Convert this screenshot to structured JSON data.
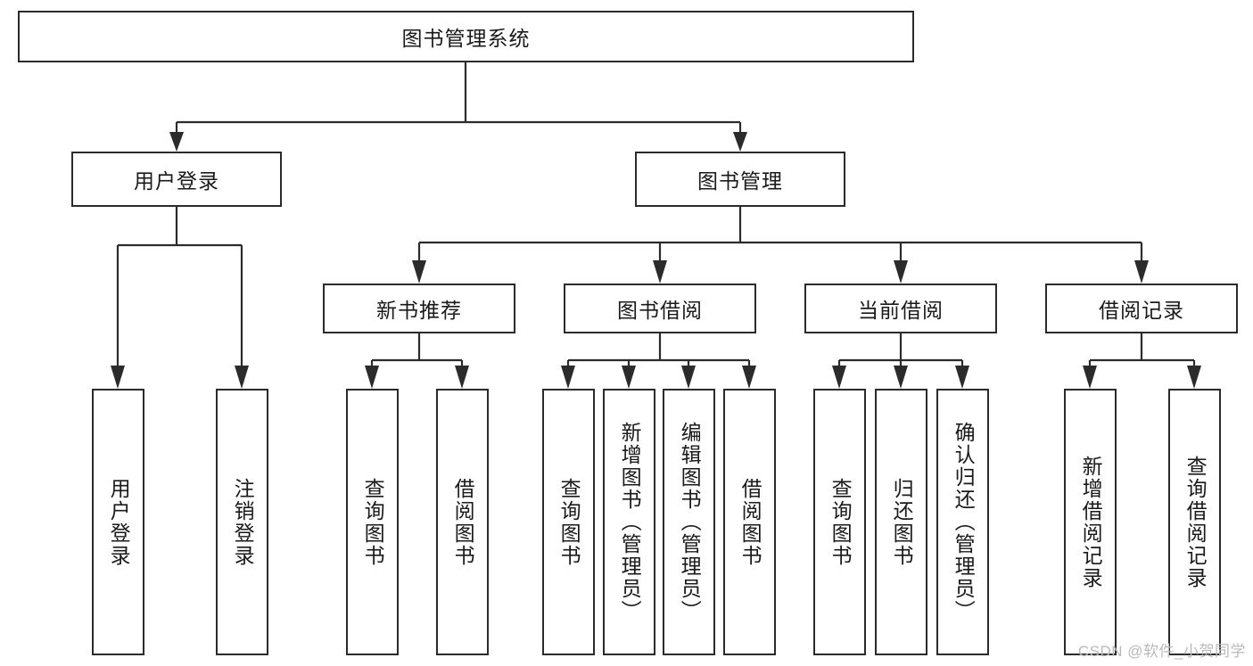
{
  "diagram": {
    "title": "图书管理系统",
    "type": "tree-hierarchy",
    "watermark": "CSDN @软件_小贺同学",
    "colors": {
      "box_border": "#2b2b2b",
      "box_fill": "#ffffff",
      "text": "#1a1a1a",
      "edge": "#2b2b2b",
      "watermark": "#b9b9b9"
    },
    "levels": {
      "root": {
        "label": "图书管理系统"
      },
      "level2": [
        {
          "id": "user-login",
          "label": "用户登录"
        },
        {
          "id": "book-manage",
          "label": "图书管理"
        }
      ],
      "level3": [
        {
          "id": "new-book-recommend",
          "label": "新书推荐",
          "parent": "book-manage"
        },
        {
          "id": "book-borrow",
          "label": "图书借阅",
          "parent": "book-manage"
        },
        {
          "id": "current-borrow",
          "label": "当前借阅",
          "parent": "book-manage"
        },
        {
          "id": "borrow-record",
          "label": "借阅记录",
          "parent": "book-manage"
        }
      ],
      "leaves": [
        {
          "id": "leaf-user-login",
          "label": "用户登录",
          "parent": "user-login"
        },
        {
          "id": "leaf-user-logout",
          "label": "注销登录",
          "parent": "user-login"
        },
        {
          "id": "leaf-query-book-1",
          "label": "查询图书",
          "parent": "new-book-recommend"
        },
        {
          "id": "leaf-borrow-book-1",
          "label": "借阅图书",
          "parent": "new-book-recommend"
        },
        {
          "id": "leaf-query-book-2",
          "label": "查询图书",
          "parent": "book-borrow"
        },
        {
          "id": "leaf-add-book",
          "label": "新增图书（管理员）",
          "parent": "book-borrow"
        },
        {
          "id": "leaf-edit-book",
          "label": "编辑图书（管理员）",
          "parent": "book-borrow"
        },
        {
          "id": "leaf-borrow-book-2",
          "label": "借阅图书",
          "parent": "book-borrow"
        },
        {
          "id": "leaf-query-book-3",
          "label": "查询图书",
          "parent": "current-borrow"
        },
        {
          "id": "leaf-return-book",
          "label": "归还图书",
          "parent": "current-borrow"
        },
        {
          "id": "leaf-confirm-return",
          "label": "确认归还（管理员）",
          "parent": "current-borrow"
        },
        {
          "id": "leaf-add-record",
          "label": "新增借阅记录",
          "parent": "borrow-record"
        },
        {
          "id": "leaf-query-record",
          "label": "查询借阅记录",
          "parent": "borrow-record"
        }
      ]
    }
  }
}
